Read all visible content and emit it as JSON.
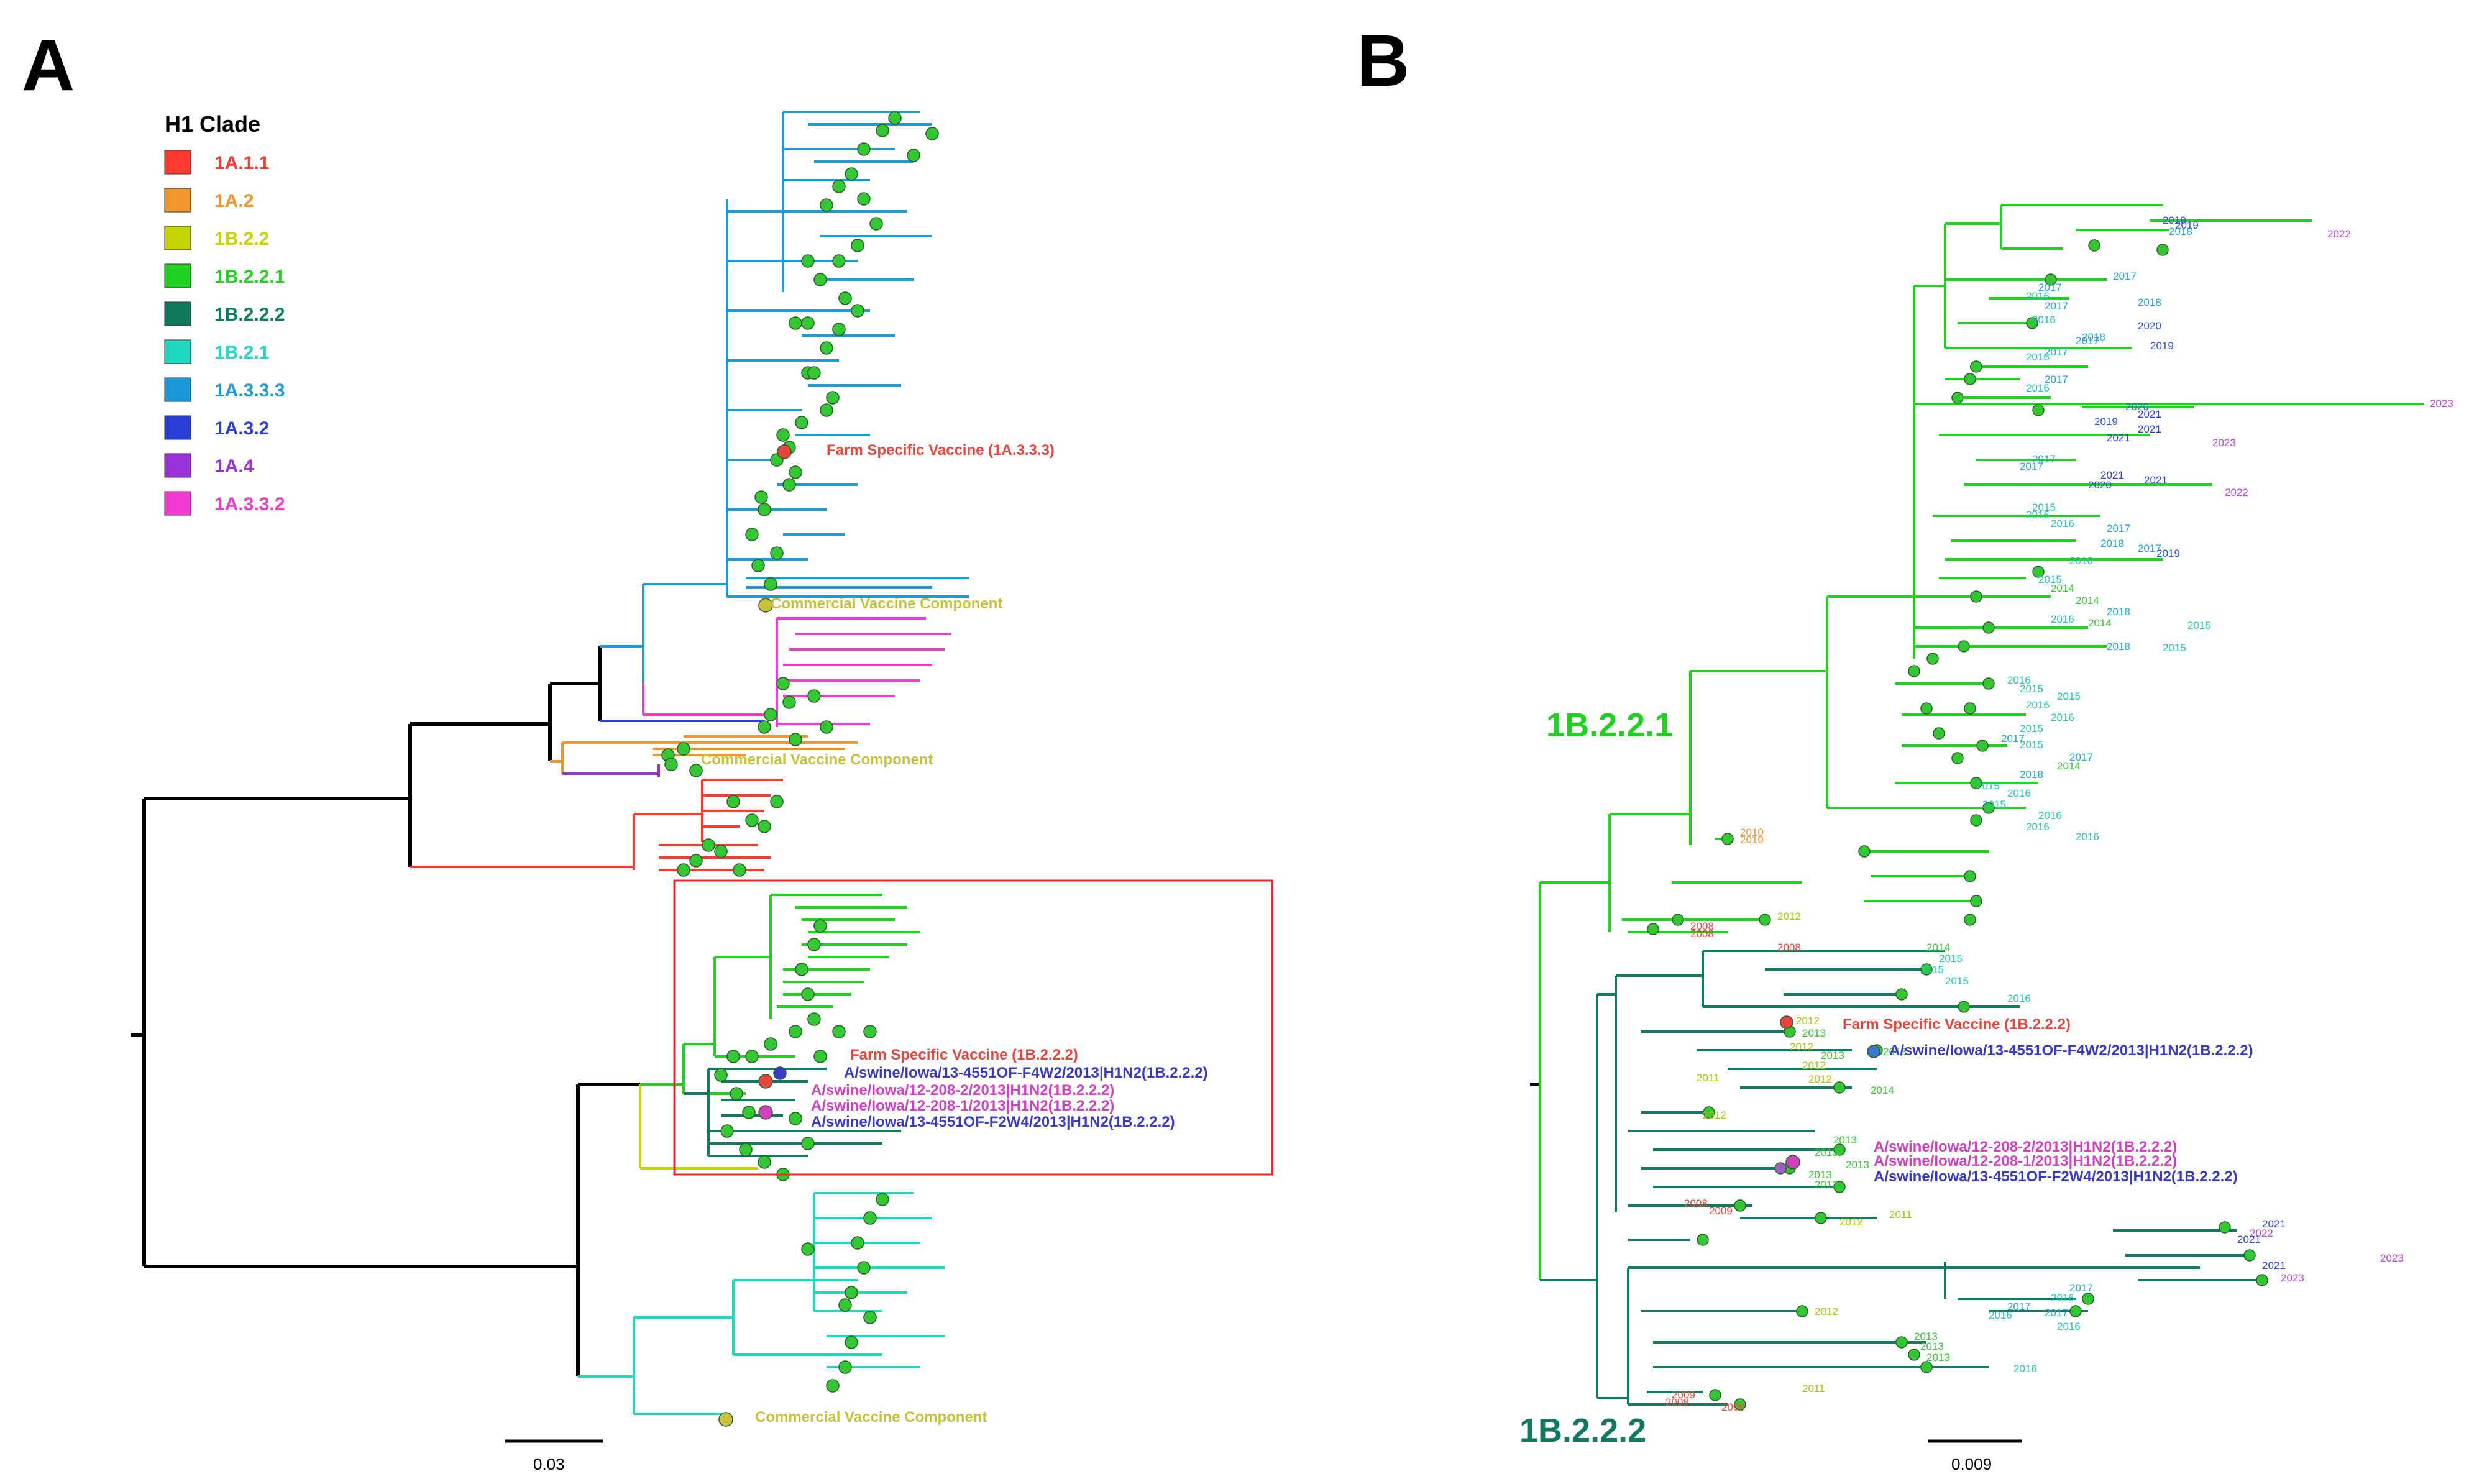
{
  "panel_a": {
    "letter": "A",
    "legend": {
      "title": "H1 Clade",
      "items": [
        {
          "label": "1A.1.1",
          "color": "#ff3b30"
        },
        {
          "label": "1A.2",
          "color": "#f0962a"
        },
        {
          "label": "1B.2.2",
          "color": "#c3d400"
        },
        {
          "label": "1B.2.2.1",
          "color": "#1ed21e"
        },
        {
          "label": "1B.2.2.2",
          "color": "#0f7a5f"
        },
        {
          "label": "1B.2.1",
          "color": "#1ed8c0"
        },
        {
          "label": "1A.3.3.3",
          "color": "#1a9ad8"
        },
        {
          "label": "1A.3.2",
          "color": "#2a3fd8"
        },
        {
          "label": "1A.4",
          "color": "#9a32d8"
        },
        {
          "label": "1A.3.3.2",
          "color": "#f03ad0"
        }
      ]
    },
    "annotations": [
      {
        "text": "Farm Specific Vaccine (1A.3.3.3)",
        "color": "#e8463c"
      },
      {
        "text": "Commercial Vaccine Component",
        "color": "#c8c23a"
      },
      {
        "text": "Commercial Vaccine Component",
        "color": "#c8c23a"
      },
      {
        "text": "Farm Specific Vaccine (1B.2.2.2)",
        "color": "#e8463c"
      },
      {
        "text": "A/swine/Iowa/13-4551OF-F4W2/2013|H1N2(1B.2.2.2)",
        "color": "#3a3ac8"
      },
      {
        "text": "A/swine/Iowa/12-208-2/2013|H1N2(1B.2.2.2)",
        "color": "#d040c0"
      },
      {
        "text": "A/swine/Iowa/12-208-1/2013|H1N2(1B.2.2.2)",
        "color": "#d040c0"
      },
      {
        "text": "A/swine/Iowa/13-4551OF-F2W4/2013|H1N2(1B.2.2.2)",
        "color": "#3a3ac8"
      },
      {
        "text": "Commercial Vaccine Component",
        "color": "#c8c23a"
      }
    ],
    "scale_label": "0.03"
  },
  "panel_b": {
    "letter": "B",
    "clade_labels": [
      {
        "text": "1B.2.2.1",
        "color": "#1ed21e"
      },
      {
        "text": "1B.2.2.2",
        "color": "#0f7a5f"
      }
    ],
    "annotations": [
      {
        "text": "Farm Specific Vaccine (1B.2.2.2)",
        "color": "#e8463c"
      },
      {
        "text": "A/swine/Iowa/13-4551OF-F4W2/2013|H1N2(1B.2.2.2)",
        "color": "#3a3ac8"
      },
      {
        "text": "A/swine/Iowa/12-208-2/2013|H1N2(1B.2.2.2)",
        "color": "#d040c0"
      },
      {
        "text": "A/swine/Iowa/12-208-1/2013|H1N2(1B.2.2.2)",
        "color": "#d040c0"
      },
      {
        "text": "A/swine/Iowa/13-4551OF-F2W4/2013|H1N2(1B.2.2.2)",
        "color": "#3a3ac8"
      }
    ],
    "tip_years": {
      "upper": [
        "2019",
        "2019",
        "2018",
        "2022",
        "2017",
        "2017",
        "2016",
        "2017",
        "2018",
        "2016",
        "2020",
        "2018",
        "2017",
        "2019",
        "2017",
        "2016",
        "2017",
        "2016",
        "2023",
        "2020",
        "2021",
        "2019",
        "2021",
        "2021",
        "2023",
        "2017",
        "2017",
        "2021",
        "2021",
        "2020",
        "2022",
        "2015",
        "2016",
        "2016",
        "2017",
        "2018",
        "2017",
        "2019",
        "2016",
        "2015",
        "2014",
        "2014",
        "2018",
        "2016",
        "2014",
        "2018",
        "2015",
        "2015",
        "2016",
        "2015",
        "2015",
        "2016",
        "2016",
        "2015",
        "2017",
        "2015",
        "2017",
        "2014",
        "2018",
        "2015",
        "2016",
        "2015",
        "2016",
        "2016",
        "2016"
      ],
      "middle": [
        "2010",
        "2010",
        "2012",
        "2008",
        "2008",
        "2008"
      ],
      "lower": [
        "2014",
        "2015",
        "2015",
        "2015",
        "2016",
        "2012",
        "2013",
        "2012",
        "2013",
        "2012",
        "2011",
        "2013",
        "2012",
        "2014",
        "2012",
        "2013",
        "2013",
        "2013",
        "2013",
        "2013",
        "2008",
        "2009",
        "2012",
        "2011"
      ],
      "bottom": [
        "2021",
        "2022",
        "2021",
        "2023",
        "2021",
        "2023",
        "2017",
        "2016",
        "2017",
        "2017",
        "2016",
        "2016",
        "2012",
        "2013",
        "2013",
        "2013",
        "2016",
        "2011",
        "2009",
        "2008",
        "2009"
      ]
    },
    "scale_label": "0.009"
  }
}
